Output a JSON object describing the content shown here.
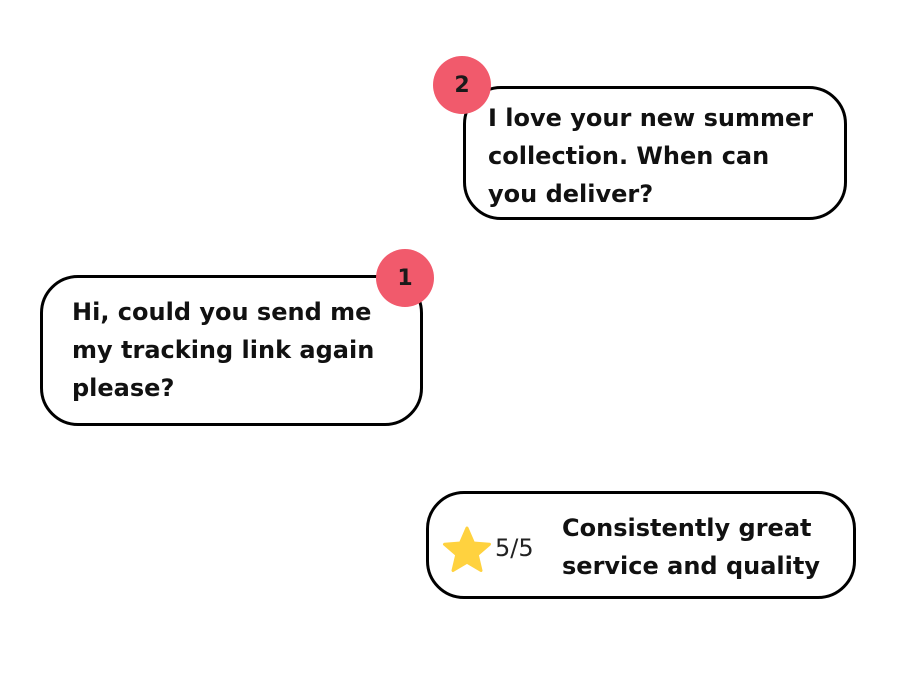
{
  "colors": {
    "badge": "#f15a6c",
    "star": "#ffd23f",
    "border": "#000000"
  },
  "messages": [
    {
      "number": "2",
      "text": "I love your new summer collection. When can you deliver?"
    },
    {
      "number": "1",
      "text": "Hi, could you send me my tracking link again please?"
    }
  ],
  "review": {
    "icon": "star-icon",
    "rating": "5/5",
    "text": "Consistently great service and quality"
  }
}
